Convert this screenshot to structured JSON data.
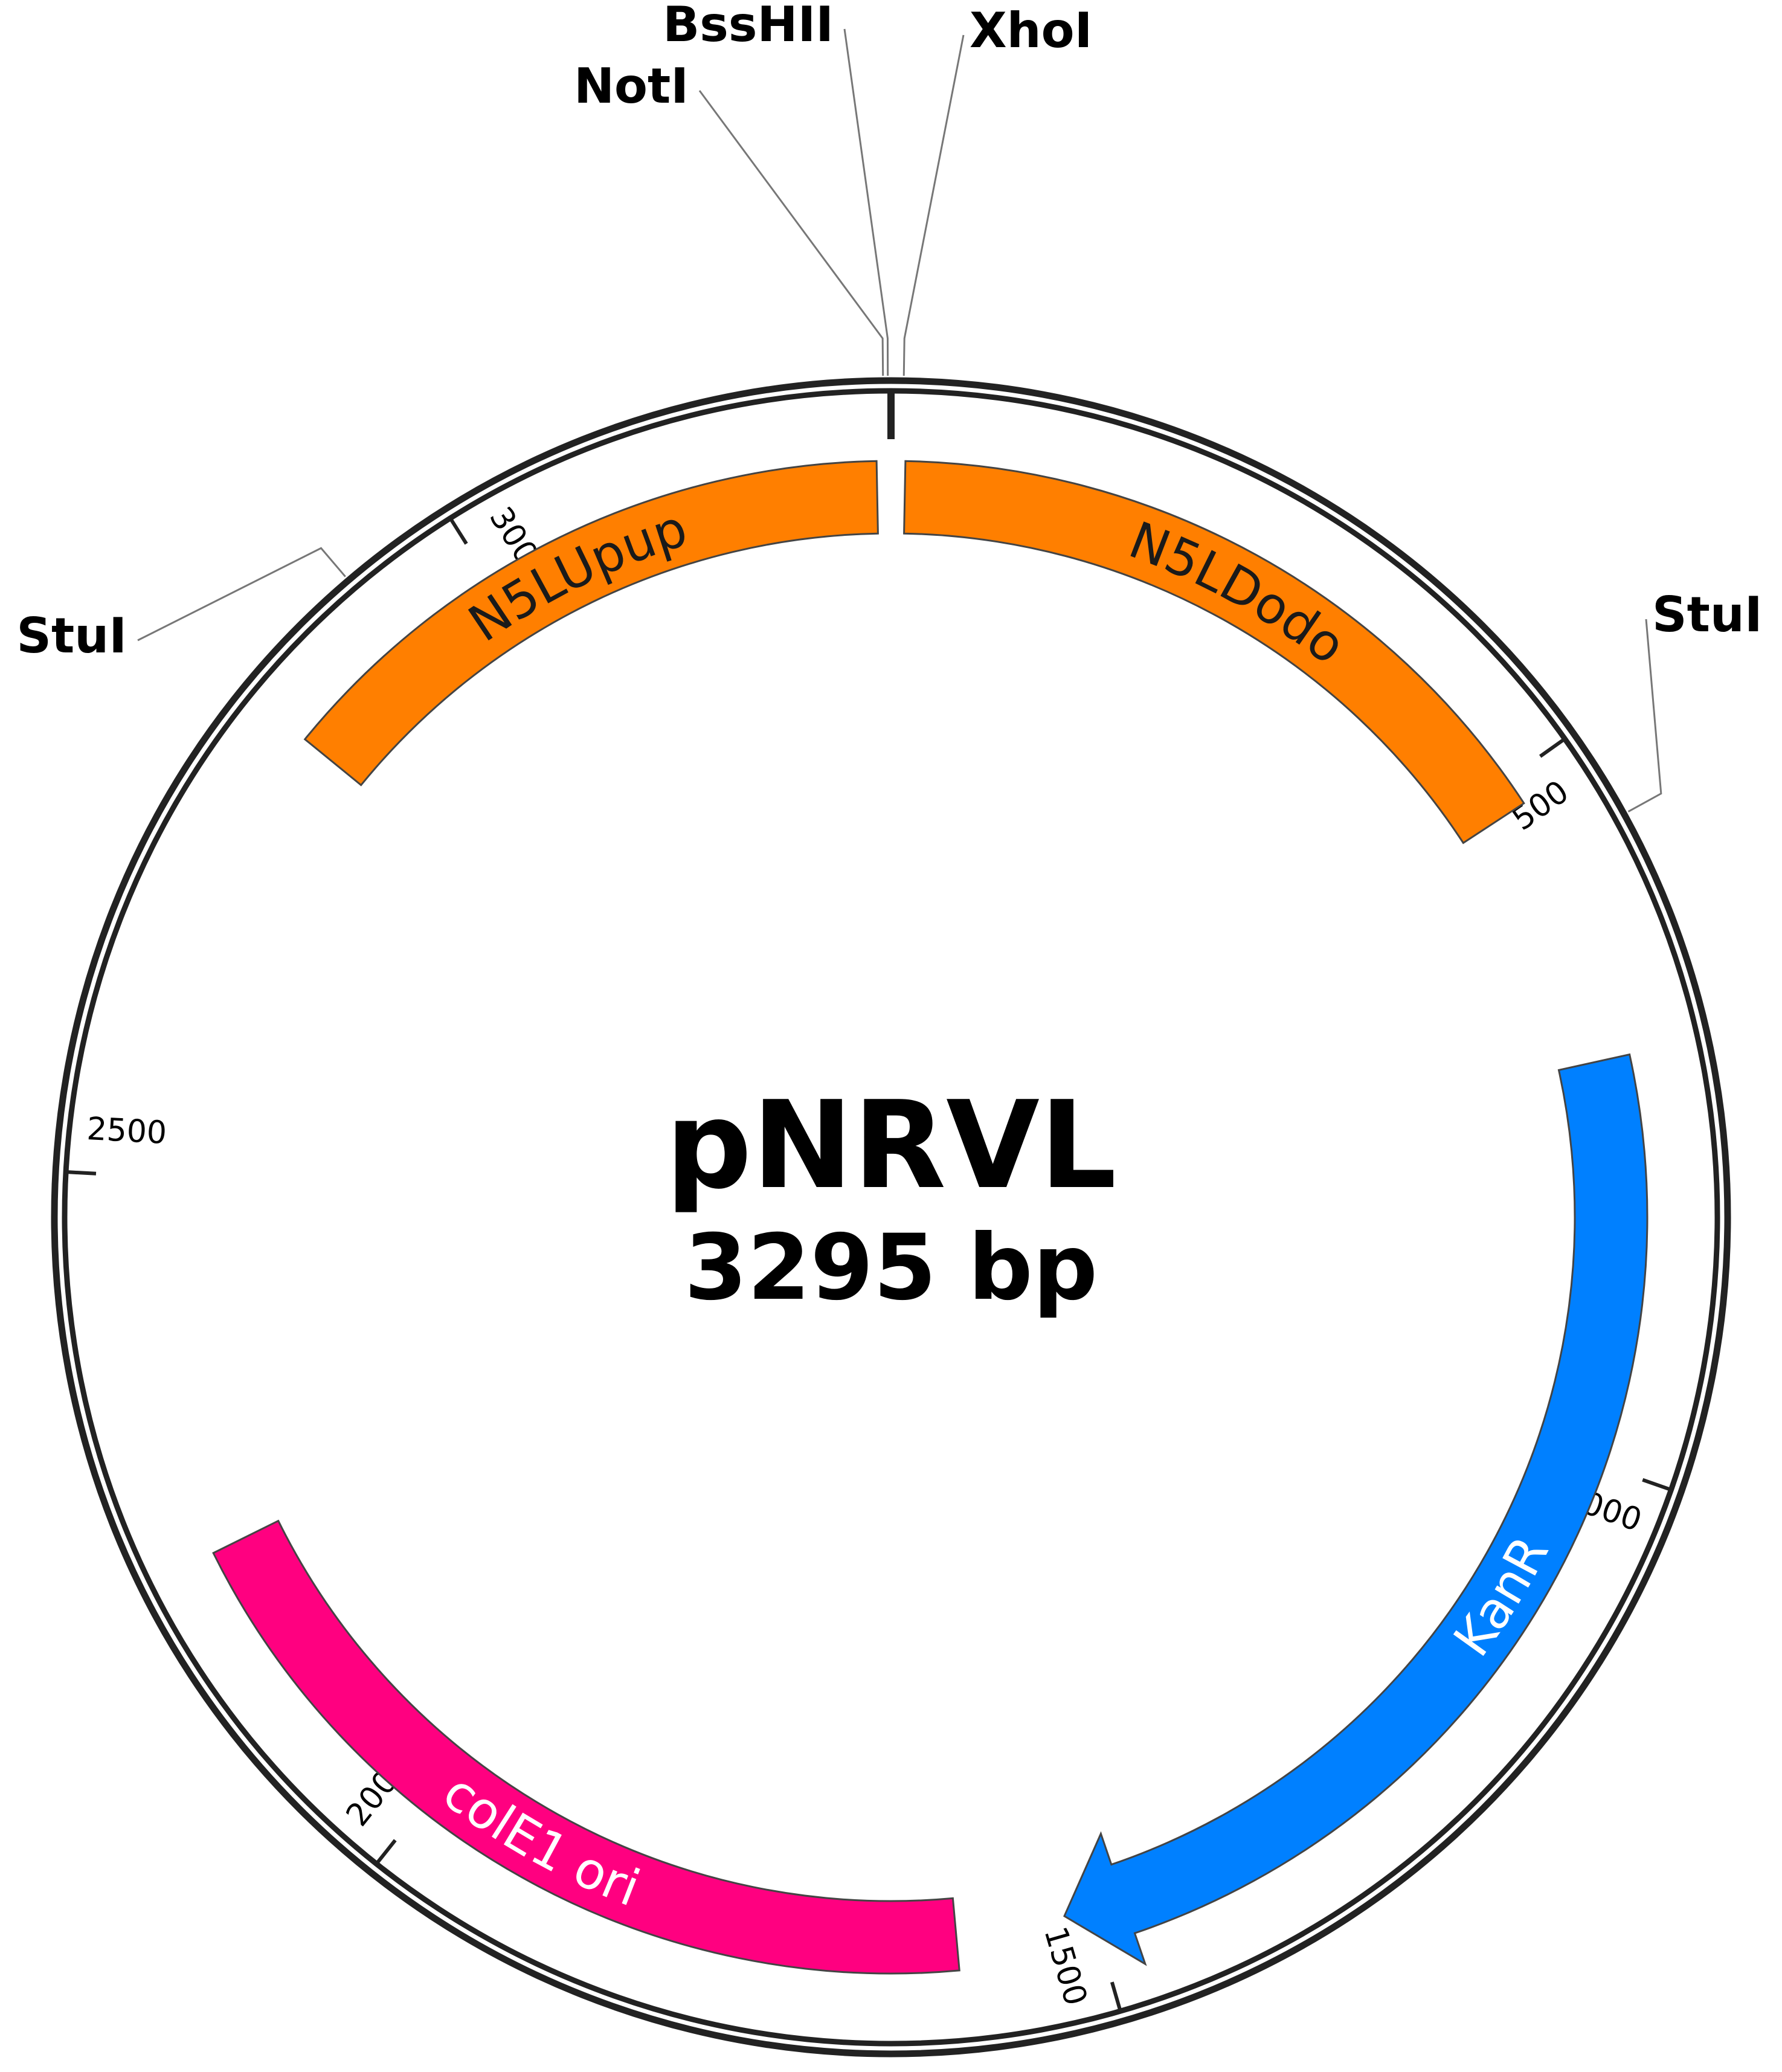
{
  "plasmid": {
    "name": "pNRVL",
    "size_label": "3295 bp",
    "length_bp": 3295
  },
  "features": [
    {
      "id": "n5ldodo",
      "label": "N5LDodo",
      "start": 10,
      "end": 520,
      "type": "region",
      "color": "#FF7F00",
      "label_color": "#1a1a1a"
    },
    {
      "id": "n5lupup",
      "label": "N5LUpup",
      "start": 2830,
      "end": 3285,
      "type": "region",
      "color": "#FF7F00",
      "label_color": "#1a1a1a"
    },
    {
      "id": "kanr",
      "label": "KanR",
      "start": 710,
      "end": 1520,
      "type": "arrow",
      "direction": "forward",
      "color": "#0080FF",
      "label_color": "#ffffff"
    },
    {
      "id": "cole1-ori",
      "label": "colE1 ori",
      "start": 1600,
      "end": 2230,
      "type": "region",
      "color": "#FF0080",
      "label_color": "#ffffff"
    }
  ],
  "sites": [
    {
      "id": "noti",
      "label": "NotI",
      "pos": 3290
    },
    {
      "id": "bsshii",
      "label": "BssHII",
      "pos": 3293
    },
    {
      "id": "xhoi",
      "label": "XhoI",
      "pos": 8
    },
    {
      "id": "stui-right",
      "label": "StuI",
      "pos": 560
    },
    {
      "id": "stui-left",
      "label": "StuI",
      "pos": 2925
    }
  ],
  "ticks": [
    {
      "pos": 500,
      "label": "500"
    },
    {
      "pos": 1000,
      "label": "1000"
    },
    {
      "pos": 1500,
      "label": "1500"
    },
    {
      "pos": 2000,
      "label": "2000"
    },
    {
      "pos": 2500,
      "label": "2500"
    },
    {
      "pos": 3000,
      "label": "3000"
    }
  ]
}
